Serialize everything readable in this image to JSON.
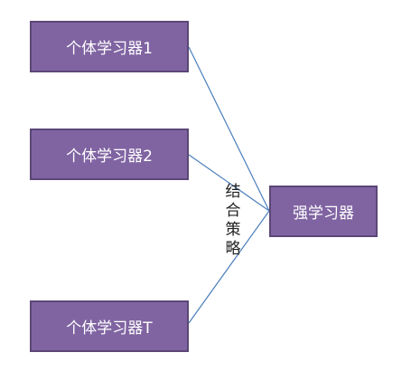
{
  "learners": [
    {
      "label": "个体学习器1"
    },
    {
      "label": "个体学习器2"
    },
    {
      "label": "个体学习器T"
    }
  ],
  "strong_learner": {
    "label": "强学习器"
  },
  "combination_strategy": {
    "label": "结合策略"
  },
  "colors": {
    "box_fill": "#8064a2",
    "box_border": "#5c4776",
    "box_text": "#ffffff",
    "connector": "#4a7ebb"
  }
}
